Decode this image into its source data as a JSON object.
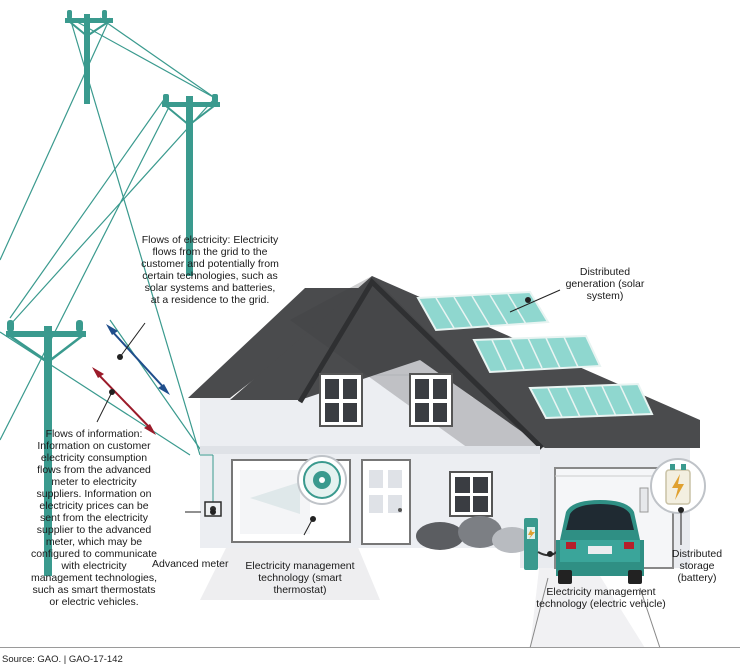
{
  "labels": {
    "flows_of_electricity": "Flows of electricity: Electricity flows from the grid to the customer and potentially from certain technologies, such as solar systems and batteries, at a residence to the grid.",
    "flows_of_information": "Flows of information: Information on customer electricity consumption flows from the advanced meter to electricity suppliers. Information on electricity prices can be sent from the electricity supplier to the advanced meter, which may be configured to communicate with electricity management technologies, such as smart thermostats or electric vehicles.",
    "distributed_generation": "Distributed generation (solar system)",
    "advanced_meter": "Advanced meter",
    "smart_thermostat": "Electricity management technology (smart thermostat)",
    "electric_vehicle": "Electricity management technology (electric vehicle)",
    "distributed_storage": "Distributed storage (battery)"
  },
  "source": "Source: GAO. | GAO-17-142",
  "colors": {
    "pole_teal": "#3a9a8e",
    "electricity_arrow": "#1f4e8c",
    "information_arrow": "#9b1b2a",
    "roof": "#4a4b4d",
    "house_wall": "#eceef2",
    "car": "#2f8f84",
    "solar_panel": "#8fd7cf"
  },
  "icons": [
    "utility-pole-icon",
    "solar-panel-icon",
    "thermostat-icon",
    "battery-icon",
    "ev-charger-icon",
    "car-icon",
    "meter-icon"
  ]
}
